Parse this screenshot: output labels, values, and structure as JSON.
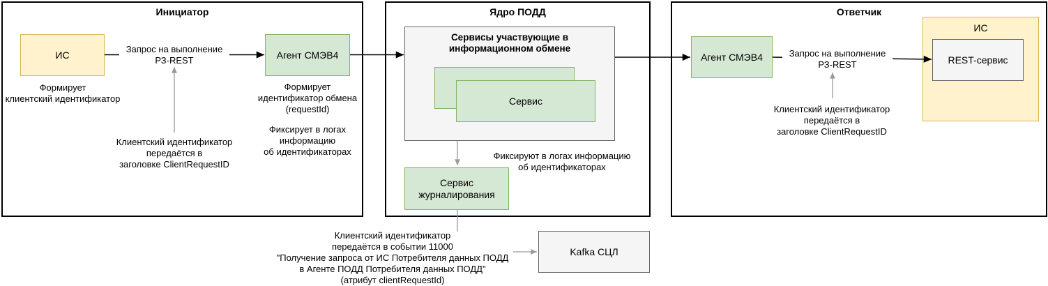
{
  "diagram": {
    "sections": {
      "initiator": {
        "title": "Инициатор",
        "is_box_label": "ИС",
        "is_note": "Формирует\nклиентский идентификатор",
        "agent_box_label": "Агент СМЭВ4",
        "request_arrow_label": "Запрос на выполнение\nРЗ-REST",
        "client_id_note": "Клиентский идентификатор\nпередаётся в\nзаголовке ClientRequestID",
        "agent_note_1": "Формирует\nидентификатор обмена\n(requestId)",
        "agent_note_2": "Фиксирует в логах\nинформацию\nоб идентификаторах"
      },
      "core": {
        "title": "Ядро ПОДД",
        "services_group_title": "Сервисы участвующие в\nинформационном обмене",
        "service_box_label": "Сервис",
        "logging_box_label": "Сервис\nжурналирования",
        "logging_note": "Фиксируют в логах информацию\nоб идентификаторах",
        "event_note": "Клиентский идентификатор\nпередаётся в событии 11000\n\"Получение запроса от ИС Потребителя данных ПОДД\nв Агенте ПОДД Потребителя данных ПОДД\"\n(атрибут clientRequestId)",
        "kafka_box_label": "Kafka СЦЛ"
      },
      "responder": {
        "title": "Ответчик",
        "agent_box_label": "Агент СМЭВ4",
        "request_arrow_label": "Запрос на выполнение\nРЗ-REST",
        "client_id_note": "Клиентский идентификатор\nпередаётся в\nзаголовке ClientRequestID",
        "is_box_label": "ИС",
        "rest_box_label": "REST-сервис"
      }
    },
    "colors": {
      "yellow_fill": "#FFF2CC",
      "yellow_stroke": "#D6B656",
      "green_fill": "#D5E8D4",
      "green_stroke": "#82B366",
      "gray_fill": "#F5F5F5",
      "gray_stroke": "#666666",
      "container_stroke": "#000000",
      "main_arrow": "#000000",
      "annotation_arrow": "#999999"
    }
  }
}
